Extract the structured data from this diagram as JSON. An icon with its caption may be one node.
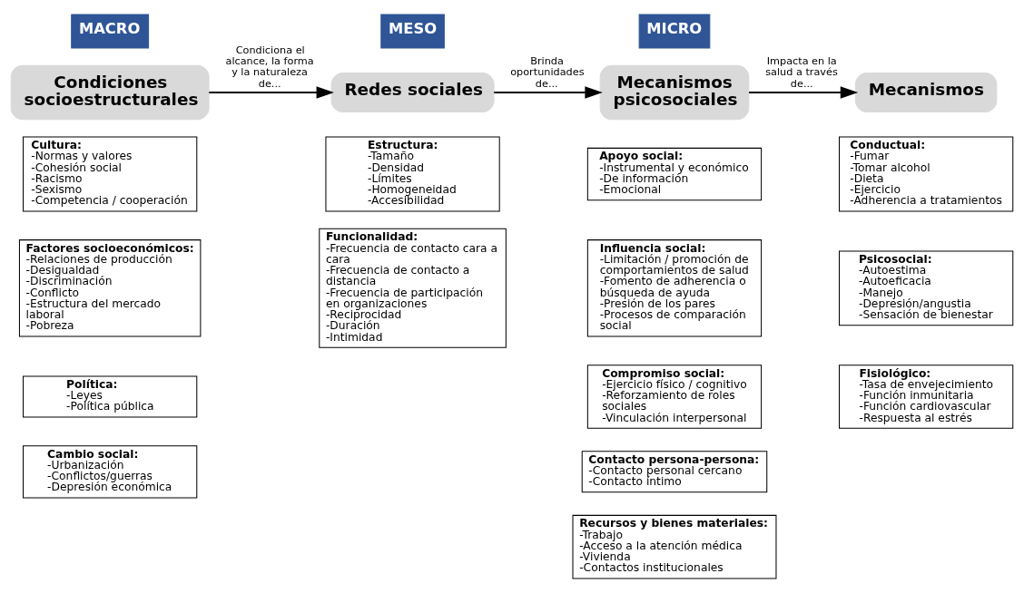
{
  "diagram": {
    "nodes": [
      {
        "text": [
          "MACRO"
        ]
      },
      {
        "text": [
          "Condiciones socioestructurales"
        ]
      },
      {
        "text": [
          "MESO"
        ]
      },
      {
        "text": [
          "Redes sociales"
        ]
      },
      {
        "text": [
          "MICRO"
        ]
      },
      {
        "text": [
          "Mecanismos psicosociales"
        ]
      },
      {
        "text": [
          "Mecanismos"
        ]
      },
      {
        "text": [
          "Cultura:",
          "-Normas y valores",
          "-Cohesión social",
          "-Racismo",
          "-Sexismo",
          "-Competencia / cooperación"
        ]
      },
      {
        "text": [
          "Factores socioeconómicos:",
          "-Relaciones de producción",
          "-Desigualdad",
          "-Discriminación",
          "-Conflicto",
          "-Estructura del mercado laboral",
          "-Pobreza"
        ]
      },
      {
        "text": [
          "Política:",
          "-Leyes",
          "-Política pública"
        ]
      },
      {
        "text": [
          "Cambio social:",
          "-Urbanización",
          "-Conflictos/guerras",
          "-Depresión económica"
        ]
      },
      {
        "text": [
          "Estructura:",
          "-Tamaño",
          "-Densidad",
          "-Límites",
          "-Homogeneidad",
          "-Accesibilidad"
        ]
      },
      {
        "text": [
          "Funcionalidad:",
          "-Frecuencia de contacto cara a cara",
          "-Frecuencia de contacto a distancia",
          "-Frecuencia de participación en organizaciones",
          "-Reciprocidad",
          "-Duración",
          "-Intimidad"
        ]
      },
      {
        "text": [
          "Apoyo social:",
          "-Instrumental y económico",
          "-De información",
          "-Emocional"
        ]
      },
      {
        "text": [
          "Influencia social:",
          "-Limitación / promoción de comportamientos de salud",
          "-Fomento de adherencia o búsqueda de ayuda",
          "-Presión de los pares",
          "-Procesos de comparación social"
        ]
      },
      {
        "text": [
          "Compromiso social:",
          "-Ejercicio físico / cognitivo",
          "-Reforzamiento de roles sociales",
          "-Vinculación interpersonal"
        ]
      },
      {
        "text": [
          "Contacto persona-persona:",
          "-Contacto personal cercano",
          "-Contacto íntimo"
        ]
      },
      {
        "text": [
          "Recursos y bienes materiales:",
          "-Trabajo",
          "-Acceso a la atención médica",
          "-Vivienda",
          "-Contactos institucionales"
        ]
      },
      {
        "text": [
          "Conductual:",
          "-Fumar",
          "-Tomar alcohol",
          "-Dieta",
          "-Ejercicio",
          "-Adherencia a tratamientos"
        ]
      },
      {
        "text": [
          "Psicosocial:",
          "-Autoestima",
          "-Autoeficacia",
          "-Manejo",
          "-Depresión/angustia",
          "-Sensación de bienestar"
        ]
      },
      {
        "text": [
          "Fisiológico:",
          "-Tasa de envejecimiento",
          "-Función inmunitaria",
          "-Función cardiovascular",
          "-Respuesta al estrés"
        ]
      }
    ],
    "edges": [
      {
        "from": 1,
        "to": 3,
        "arrow": "to",
        "label": "Condiciona el alcance, la forma y la naturaleza de..."
      },
      {
        "from": 3,
        "to": 5,
        "arrow": "to",
        "label": "Brinda oportunidades de..."
      },
      {
        "from": 5,
        "to": 6,
        "arrow": "to",
        "label": "Impacta en la salud a través de..."
      }
    ]
  }
}
